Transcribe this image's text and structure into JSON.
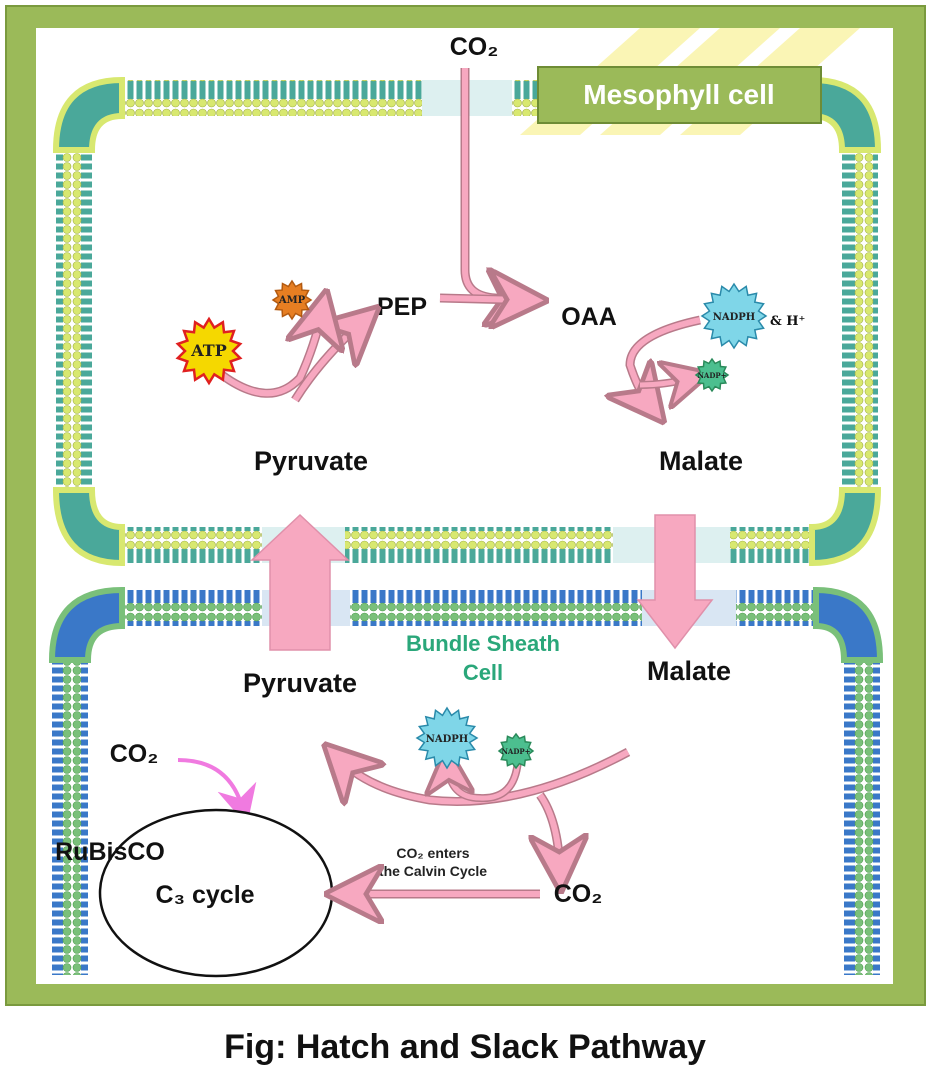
{
  "labels": {
    "co2_top": "CO₂",
    "mesophyll": "Mesophyll cell",
    "pep": "PEP",
    "oaa": "OAA",
    "amp": "AMP",
    "atp": "ATP",
    "nadph_top": "NADPH",
    "h_plus": "& H⁺",
    "nadp_top": "NADP+",
    "pyruvate_top": "Pyruvate",
    "malate_top": "Malate",
    "bundle_sheath_1": "Bundle Sheath",
    "bundle_sheath_2": "Cell",
    "pyruvate_bottom": "Pyruvate",
    "malate_bottom": "Malate",
    "nadph_bottom": "NADPH",
    "nadp_bottom": "NADP+",
    "co2_left": "CO₂",
    "rubisco": "RuBisCO",
    "c3_cycle": "C₃ cycle",
    "co2_enters_1": "CO₂ enters",
    "co2_enters_2": "the Calvin Cycle",
    "co2_bottom": "CO₂"
  },
  "caption": "Fig: Hatch and Slack Pathway",
  "colors": {
    "frame": "#9bba59",
    "frame_border": "#7a9a3e",
    "mesophyll_membrane": "#4aa89a",
    "bundle_membrane": "#3a78c8",
    "lipid_head_yellow": "#d8e870",
    "lipid_head_green": "#7ac07a",
    "arrow_pink": "#f7a8c0",
    "arrow_stroke": "#b87a8a",
    "atp_fill": "#f5d800",
    "atp_stroke": "#e02020",
    "amp_fill": "#e67e22",
    "nadph_fill": "#7fd6e8",
    "nadp_fill": "#4cbf8f",
    "bundle_text": "#2aa77a",
    "highlight": "#f9f3a8"
  }
}
